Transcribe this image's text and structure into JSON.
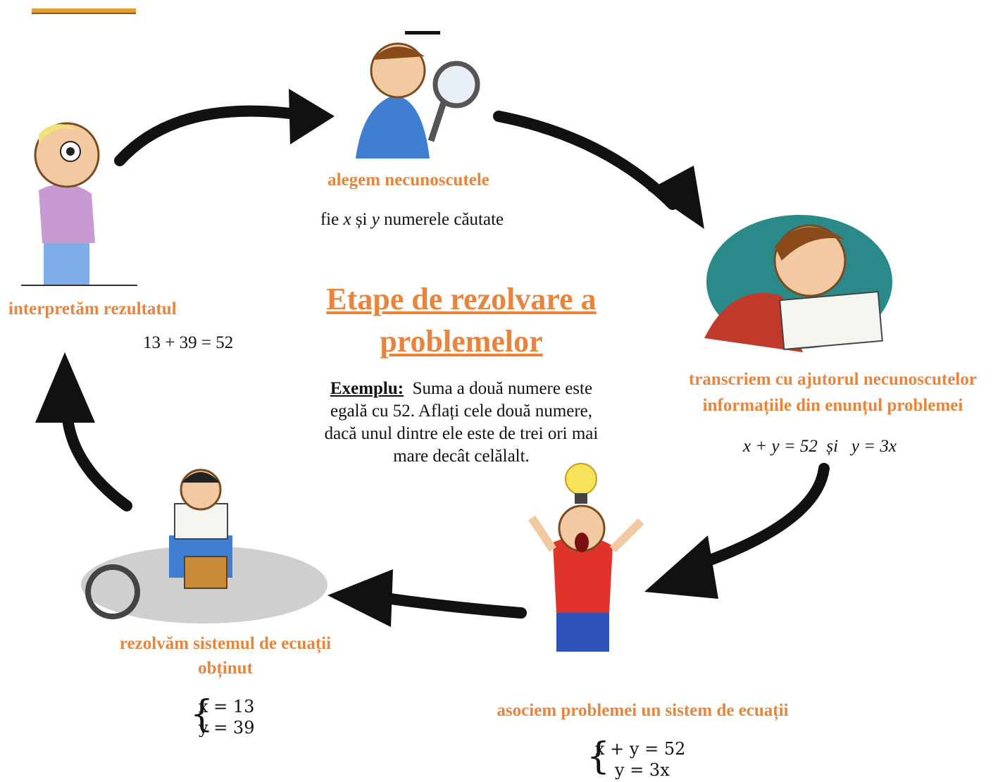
{
  "title": {
    "line1": "Etape de rezolvare a",
    "line2": "problemelor"
  },
  "example": {
    "label": "Exemplu:",
    "text1": "Suma a două numere este",
    "text2": "egală cu 52. Aflați cele două numere,",
    "text3": "dacă unul dintre ele este de trei ori mai",
    "text4": "mare decât celălalt."
  },
  "steps": {
    "choose": {
      "label": "alegem necunoscutele",
      "detail_prefix": "fie ",
      "x": "x",
      "mid": " și ",
      "y": "y",
      "detail_suffix": " numerele căutate"
    },
    "transcribe": {
      "label1": "transcriem cu ajutorul necunoscutelor",
      "label2": "informațiile din enunțul problemei",
      "math": "x + y = 52  și   y = 3x"
    },
    "system": {
      "label": "asociem problemei un sistem de ecuații",
      "eq1": "x + y = 52",
      "eq2": "y = 3x"
    },
    "solve": {
      "label1": "rezolvăm sistemul de ecuații",
      "label2": "obținut",
      "eq1": "x = 13",
      "eq2": "y = 39"
    },
    "interpret": {
      "label": "interpretăm rezultatul",
      "math": "13 + 39 = 52"
    }
  },
  "colors": {
    "accent": "#e8843c",
    "arrow": "#111111"
  }
}
